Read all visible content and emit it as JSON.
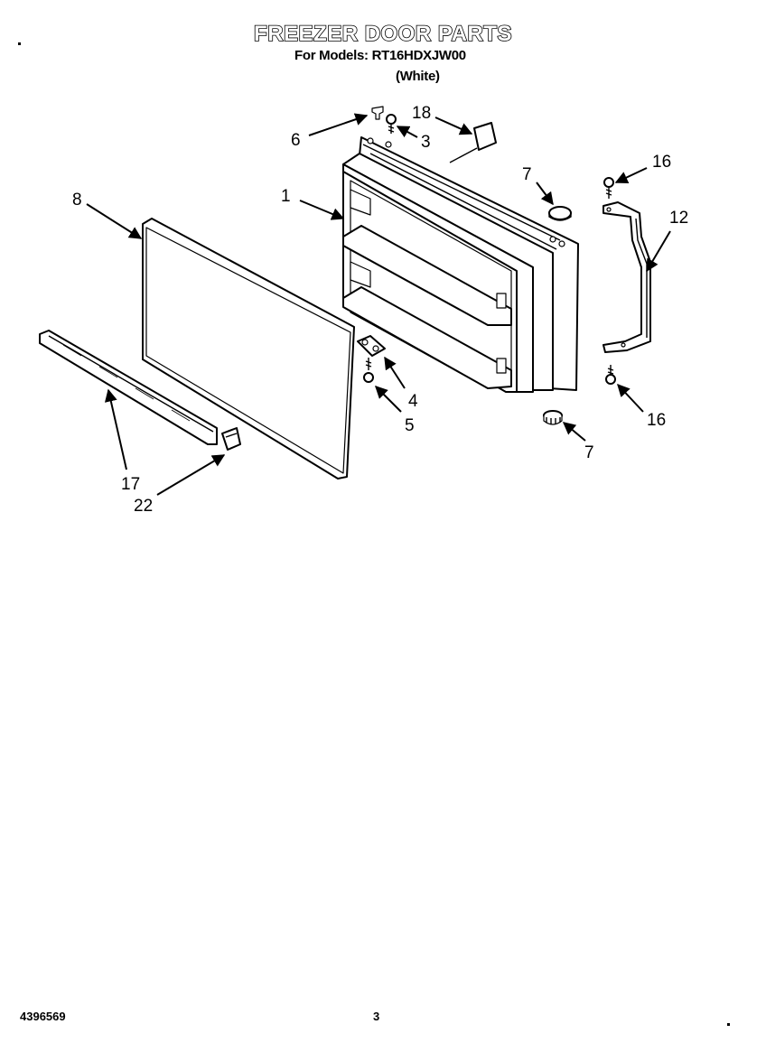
{
  "header": {
    "title": "FREEZER DOOR PARTS",
    "models_line": "For Models: RT16HDXJW00",
    "color_line": "(White)"
  },
  "callouts": [
    "6",
    "3",
    "18",
    "7",
    "16",
    "1",
    "8",
    "12",
    "4",
    "5",
    "7",
    "16",
    "17",
    "22"
  ],
  "footer": {
    "doc_number": "4396569",
    "page_number": "3"
  }
}
